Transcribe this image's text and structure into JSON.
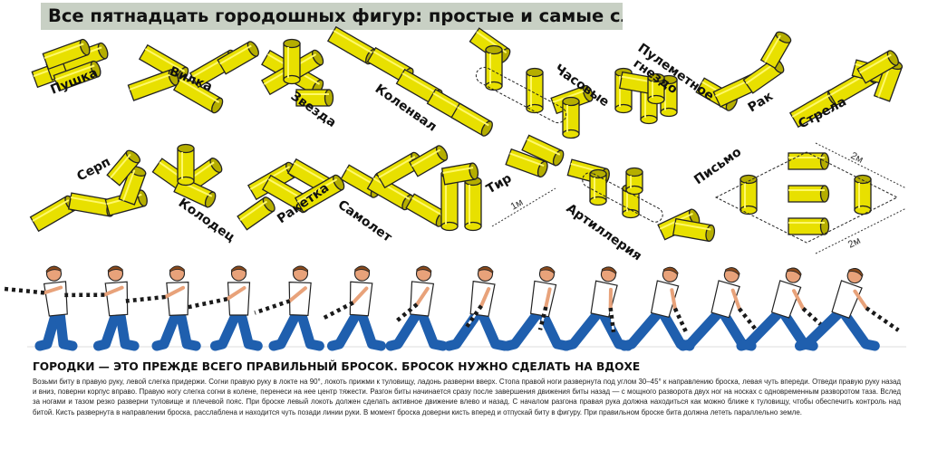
{
  "title": "Все пятнадцать городошных фигур: простые и самые сложные",
  "colors": {
    "yellow": "#e8e000",
    "yellow_dark": "#b5ae00",
    "outline": "#222222",
    "shirt": "#ffffff",
    "trousers": "#1f5fae",
    "skin": "#e8a27a",
    "hair": "#8a4a1c",
    "banner": "#c8d0c4"
  },
  "figures": {
    "pushka": "Пушка",
    "vilka": "Вилка",
    "zvezda": "Звезда",
    "kolenval": "Коленвал",
    "chasovye": "Часовые",
    "pulemetnoe": "Пулеметное гнездо",
    "pulemetnoe_l1": "Пулеметное",
    "pulemetnoe_l2": "гнездо",
    "rak": "Рак",
    "strela": "Стрела",
    "serp": "Серп",
    "kolodets": "Колодец",
    "raketka": "Ракетка",
    "samolet": "Самолет",
    "tir": "Тир",
    "artilleriya": "Артиллерия",
    "pismo": "Письмо"
  },
  "dimensions": {
    "one_m": "1м",
    "two_m_top": "2м",
    "two_m_bottom": "2м"
  },
  "throw_sequence_frames": 14,
  "heading": "ГОРОДКИ — ЭТО ПРЕЖДЕ ВСЕГО ПРАВИЛЬНЫЙ БРОСОК. БРОСОК НУЖНО СДЕЛАТЬ НА ВДОХЕ",
  "body": "Возьми биту в правую руку, левой слегка придержи. Согни правую руку в локте на 90°, локоть прижми к туловищу, ладонь разверни вверх. Стопа правой ноги развернута под углом 30–45° к направлению броска, левая чуть впереди. Отведи правую руку назад и вниз, поверни корпус вправо. Правую ногу слегка согни в колене, перенеси на нее центр тяжести. Разгон биты начинается сразу после завершения движения биты назад — с мощного разворота двух ног на носках с одновременным разворотом таза. Вслед за ногами и тазом резко разверни туловище и плечевой пояс. При броске левый локоть должен сделать активное движение влево и назад. С началом разгона правая рука должна находиться как можно ближе к туловищу, чтобы обеспечить контроль над битой. Кисть развернута в направлении броска, расслаблена и находится чуть позади линии руки. В момент броска доверни кисть вперед и отпускай биту в фигуру. При правильном броске бита должна лететь параллельно земле."
}
